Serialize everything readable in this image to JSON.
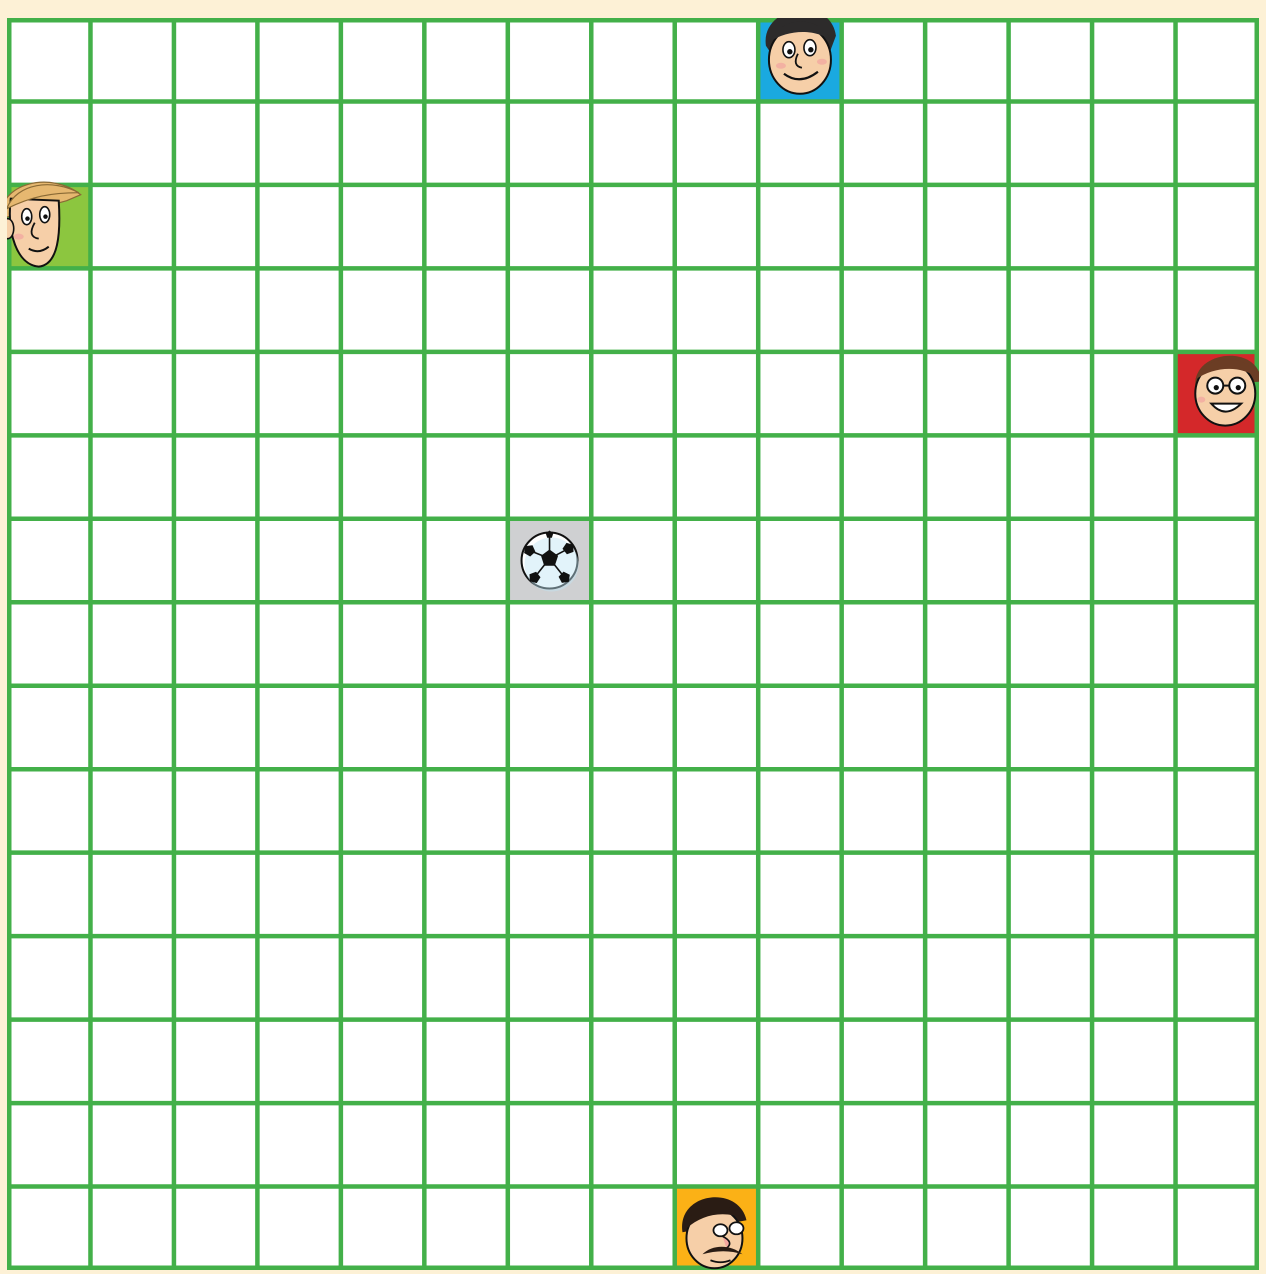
{
  "board": {
    "rows": 15,
    "cols": 15,
    "background": "#ffffff",
    "line_color": "#43b049"
  },
  "pieces": [
    {
      "id": "blue-face",
      "icon": "round-faced-man-face-icon",
      "row": 0,
      "col": 9,
      "cell_color": "#1aa9e0",
      "clickable": true
    },
    {
      "id": "green-face",
      "icon": "blond-man-face-icon",
      "row": 2,
      "col": 0,
      "cell_color": "#8cc63f",
      "clickable": true
    },
    {
      "id": "red-face",
      "icon": "glasses-man-face-icon",
      "row": 4,
      "col": 14,
      "cell_color": "#d4282a",
      "clickable": true
    },
    {
      "id": "ball",
      "icon": "soccer-ball-icon",
      "row": 6,
      "col": 6,
      "cell_color": "#cfd0d2",
      "clickable": true
    },
    {
      "id": "yellow-face",
      "icon": "mustache-man-face-icon",
      "row": 14,
      "col": 8,
      "cell_color": "#fbb116",
      "clickable": true
    }
  ]
}
